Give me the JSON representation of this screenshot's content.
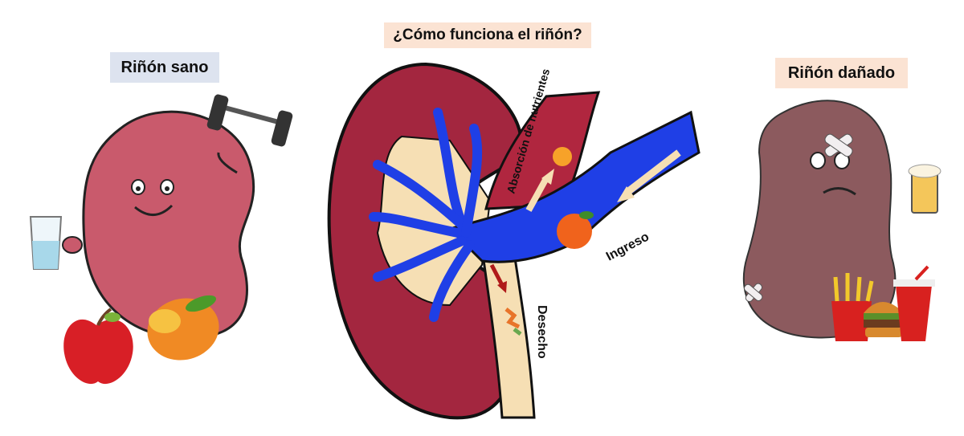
{
  "title": "¿Cómo funciona el riñón?",
  "healthy_label": "Riñón sano",
  "damaged_label": "Riñón dañado",
  "diagram_labels": {
    "absorption": "Absorción de nutrientes",
    "intake": "Ingreso",
    "waste": "Desecho"
  },
  "colors": {
    "healthy_kidney": "#c95a6c",
    "damaged_kidney": "#8c5a5e",
    "kidney_cross_section": "#a3263f",
    "vessels": "#1f3fe6",
    "ureter": "#f6dfb4",
    "title_bg": "#fbe3d3",
    "healthy_bg": "#dde3ef"
  }
}
